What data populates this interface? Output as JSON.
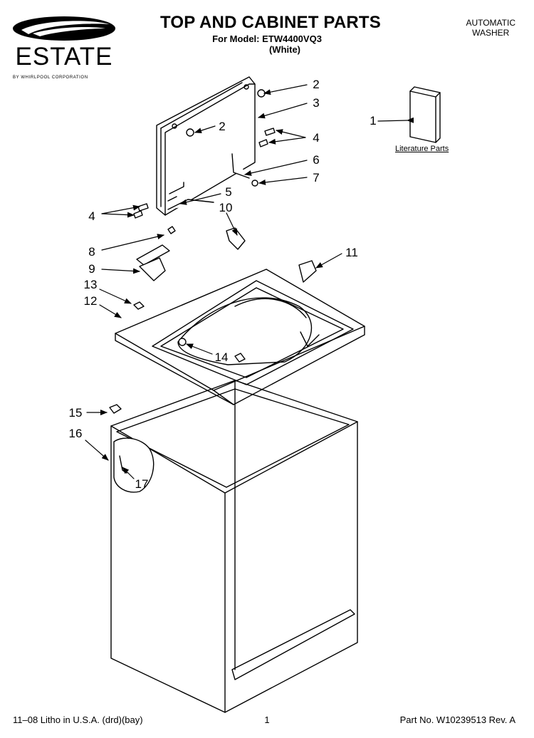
{
  "header": {
    "brand": "ESTATE",
    "brand_subtitle": "BY WHIRLPOOL CORPORATION",
    "title": "TOP AND CABINET PARTS",
    "model_line": "For Model: ETW4400VQ3",
    "color": "(White)",
    "product_type_line1": "AUTOMATIC",
    "product_type_line2": "WASHER"
  },
  "diagram": {
    "literature_label": "Literature Parts",
    "callouts": [
      "1",
      "2",
      "2",
      "3",
      "4",
      "4",
      "5",
      "6",
      "7",
      "8",
      "9",
      "10",
      "11",
      "12",
      "13",
      "14",
      "15",
      "16",
      "17"
    ]
  },
  "footer": {
    "print_info": "11–08 Litho in U.S.A. (drd)(bay)",
    "page_number": "1",
    "part_number": "Part No. W10239513 Rev. A"
  }
}
